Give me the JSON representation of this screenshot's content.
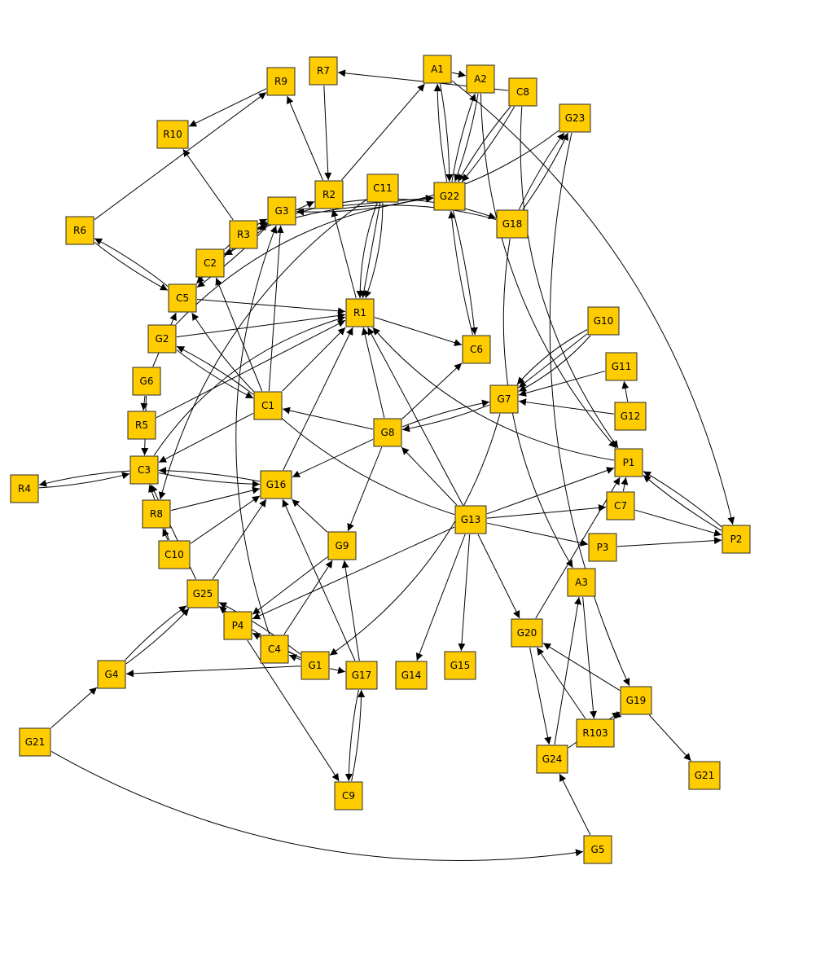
{
  "colors": {
    "node_fill": "#FFCC00",
    "node_stroke": "#2a2a2a",
    "edge": "#000000",
    "background": "#FFFFFF"
  },
  "nodes": [
    {
      "id": "R7",
      "label": "R7"
    },
    {
      "id": "A1",
      "label": "A1"
    },
    {
      "id": "A2",
      "label": "A2"
    },
    {
      "id": "C8",
      "label": "C8"
    },
    {
      "id": "R9",
      "label": "R9"
    },
    {
      "id": "G23",
      "label": "G23"
    },
    {
      "id": "R10",
      "label": "R10"
    },
    {
      "id": "C11",
      "label": "C11"
    },
    {
      "id": "R2",
      "label": "R2"
    },
    {
      "id": "G22",
      "label": "G22"
    },
    {
      "id": "G3",
      "label": "G3"
    },
    {
      "id": "R6",
      "label": "R6"
    },
    {
      "id": "R3",
      "label": "R3"
    },
    {
      "id": "G18",
      "label": "G18"
    },
    {
      "id": "C2",
      "label": "C2"
    },
    {
      "id": "C5",
      "label": "C5"
    },
    {
      "id": "R1",
      "label": "R1"
    },
    {
      "id": "G10",
      "label": "G10"
    },
    {
      "id": "G2",
      "label": "G2"
    },
    {
      "id": "C6",
      "label": "C6"
    },
    {
      "id": "G6",
      "label": "G6"
    },
    {
      "id": "G11",
      "label": "G11"
    },
    {
      "id": "G7",
      "label": "G7"
    },
    {
      "id": "C1",
      "label": "C1"
    },
    {
      "id": "G12",
      "label": "G12"
    },
    {
      "id": "R5",
      "label": "R5"
    },
    {
      "id": "G8",
      "label": "G8"
    },
    {
      "id": "P1",
      "label": "P1"
    },
    {
      "id": "C3",
      "label": "C3"
    },
    {
      "id": "R4",
      "label": "R4"
    },
    {
      "id": "G16",
      "label": "G16"
    },
    {
      "id": "R8",
      "label": "R8"
    },
    {
      "id": "C7",
      "label": "C7"
    },
    {
      "id": "G13",
      "label": "G13"
    },
    {
      "id": "P2",
      "label": "P2"
    },
    {
      "id": "G9",
      "label": "G9"
    },
    {
      "id": "P3",
      "label": "P3"
    },
    {
      "id": "C10",
      "label": "C10"
    },
    {
      "id": "A3",
      "label": "A3"
    },
    {
      "id": "G25",
      "label": "G25"
    },
    {
      "id": "P4",
      "label": "P4"
    },
    {
      "id": "G20",
      "label": "G20"
    },
    {
      "id": "C4",
      "label": "C4"
    },
    {
      "id": "G1",
      "label": "G1"
    },
    {
      "id": "G17",
      "label": "G17"
    },
    {
      "id": "G14",
      "label": "G14"
    },
    {
      "id": "G15",
      "label": "G15"
    },
    {
      "id": "G4",
      "label": "G4"
    },
    {
      "id": "G19",
      "label": "G19"
    },
    {
      "id": "R103",
      "label": "R103"
    },
    {
      "id": "G21a",
      "label": "G21"
    },
    {
      "id": "G24",
      "label": "G24"
    },
    {
      "id": "G21b",
      "label": "G21"
    },
    {
      "id": "C9",
      "label": "C9"
    },
    {
      "id": "G5",
      "label": "G5"
    }
  ],
  "edges": [
    {
      "from": "G8",
      "to": "R1"
    },
    {
      "from": "G8",
      "to": "C1"
    },
    {
      "from": "G8",
      "to": "C6"
    },
    {
      "from": "G8",
      "to": "G16"
    },
    {
      "from": "G8",
      "to": "G9"
    },
    {
      "from": "G13",
      "to": "G8"
    },
    {
      "from": "G7",
      "to": "G8"
    },
    {
      "from": "G8",
      "to": "G7"
    },
    {
      "from": "G10",
      "to": "G7"
    },
    {
      "from": "G10",
      "to": "G7"
    },
    {
      "from": "G10",
      "to": "G7"
    },
    {
      "from": "G11",
      "to": "G7"
    },
    {
      "from": "G12",
      "to": "G7"
    },
    {
      "from": "G12",
      "to": "G11"
    },
    {
      "from": "G13",
      "to": "P1"
    },
    {
      "from": "G13",
      "to": "C7"
    },
    {
      "from": "G13",
      "to": "P3"
    },
    {
      "from": "G13",
      "to": "G20"
    },
    {
      "from": "G13",
      "to": "G14"
    },
    {
      "from": "G13",
      "to": "G15"
    },
    {
      "from": "G13",
      "to": "P4"
    },
    {
      "from": "G13",
      "to": "R1"
    },
    {
      "from": "G13",
      "to": "C5"
    },
    {
      "from": "C7",
      "to": "P2"
    },
    {
      "from": "C7",
      "to": "P1"
    },
    {
      "from": "P3",
      "to": "P2"
    },
    {
      "from": "P2",
      "to": "P1"
    },
    {
      "from": "P2",
      "to": "P1"
    },
    {
      "from": "P1",
      "to": "R1"
    },
    {
      "from": "G18",
      "to": "G23"
    },
    {
      "from": "G18",
      "to": "G23"
    },
    {
      "from": "G18",
      "to": "R3"
    },
    {
      "from": "R3",
      "to": "G18"
    },
    {
      "from": "G18",
      "to": "A3"
    },
    {
      "from": "G23",
      "to": "G3"
    },
    {
      "from": "G23",
      "to": "G19"
    },
    {
      "from": "A1",
      "to": "G22"
    },
    {
      "from": "G22",
      "to": "A1"
    },
    {
      "from": "A2",
      "to": "G22"
    },
    {
      "from": "G22",
      "to": "A2"
    },
    {
      "from": "C8",
      "to": "G22"
    },
    {
      "from": "C8",
      "to": "G22"
    },
    {
      "from": "C8",
      "to": "R7"
    },
    {
      "from": "A1",
      "to": "A2"
    },
    {
      "from": "A1",
      "to": "P2"
    },
    {
      "from": "A2",
      "to": "P1"
    },
    {
      "from": "R7",
      "to": "R2"
    },
    {
      "from": "R2",
      "to": "R9"
    },
    {
      "from": "R2",
      "to": "A1"
    },
    {
      "from": "R1",
      "to": "R2"
    },
    {
      "from": "C11",
      "to": "R1"
    },
    {
      "from": "C11",
      "to": "R1"
    },
    {
      "from": "C11",
      "to": "R1"
    },
    {
      "from": "C11",
      "to": "R8"
    },
    {
      "from": "R9",
      "to": "R10"
    },
    {
      "from": "R6",
      "to": "R9"
    },
    {
      "from": "R3",
      "to": "R10"
    },
    {
      "from": "R3",
      "to": "C5"
    },
    {
      "from": "R3",
      "to": "R2"
    },
    {
      "from": "R6",
      "to": "C5"
    },
    {
      "from": "C5",
      "to": "R6"
    },
    {
      "from": "C5",
      "to": "R1"
    },
    {
      "from": "G2",
      "to": "R1"
    },
    {
      "from": "G2",
      "to": "C1"
    },
    {
      "from": "C1",
      "to": "G2"
    },
    {
      "from": "C1",
      "to": "C2"
    },
    {
      "from": "C1",
      "to": "C3"
    },
    {
      "from": "C1",
      "to": "G3"
    },
    {
      "from": "G6",
      "to": "R5"
    },
    {
      "from": "G6",
      "to": "C3"
    },
    {
      "from": "G6",
      "to": "C5"
    },
    {
      "from": "R5",
      "to": "R1"
    },
    {
      "from": "R4",
      "to": "C3"
    },
    {
      "from": "C3",
      "to": "R4"
    },
    {
      "from": "G16",
      "to": "C3"
    },
    {
      "from": "C3",
      "to": "G16"
    },
    {
      "from": "R8",
      "to": "G16"
    },
    {
      "from": "C10",
      "to": "G16"
    },
    {
      "from": "C10",
      "to": "R8"
    },
    {
      "from": "C10",
      "to": "C3"
    },
    {
      "from": "G25",
      "to": "G16"
    },
    {
      "from": "G25",
      "to": "C3"
    },
    {
      "from": "G4",
      "to": "G25"
    },
    {
      "from": "G4",
      "to": "G25"
    },
    {
      "from": "G21a",
      "to": "G4"
    },
    {
      "from": "G21a",
      "to": "G5"
    },
    {
      "from": "G5",
      "to": "G24"
    },
    {
      "from": "G1",
      "to": "G4"
    },
    {
      "from": "G1",
      "to": "G25"
    },
    {
      "from": "G1",
      "to": "G25"
    },
    {
      "from": "G1",
      "to": "C4"
    },
    {
      "from": "G1",
      "to": "P4"
    },
    {
      "from": "G1",
      "to": "G17"
    },
    {
      "from": "G17",
      "to": "G9"
    },
    {
      "from": "G17",
      "to": "C9"
    },
    {
      "from": "C9",
      "to": "G17"
    },
    {
      "from": "G17",
      "to": "G16"
    },
    {
      "from": "C4",
      "to": "G9"
    },
    {
      "from": "C4",
      "to": "G3"
    },
    {
      "from": "G9",
      "to": "P4"
    },
    {
      "from": "P4",
      "to": "C9"
    },
    {
      "from": "G9",
      "to": "G16"
    },
    {
      "from": "G7",
      "to": "G1"
    },
    {
      "from": "G20",
      "to": "G24"
    },
    {
      "from": "G24",
      "to": "A3"
    },
    {
      "from": "A3",
      "to": "R103"
    },
    {
      "from": "R103",
      "to": "G20"
    },
    {
      "from": "G19",
      "to": "G20"
    },
    {
      "from": "G19",
      "to": "R103"
    },
    {
      "from": "G24",
      "to": "G19"
    },
    {
      "from": "G19",
      "to": "G21b"
    },
    {
      "from": "G20",
      "to": "P1"
    },
    {
      "from": "G21",
      "to": "G5"
    },
    {
      "from": "C6",
      "to": "G22"
    },
    {
      "from": "G22",
      "to": "C6"
    },
    {
      "from": "C2",
      "to": "G3"
    },
    {
      "from": "C5",
      "to": "G3"
    },
    {
      "from": "G3",
      "to": "C2"
    },
    {
      "from": "G3",
      "to": "C5"
    },
    {
      "from": "R1",
      "to": "C6"
    },
    {
      "from": "G16",
      "to": "R1"
    },
    {
      "from": "C1",
      "to": "R1"
    },
    {
      "from": "C3",
      "to": "R1"
    },
    {
      "from": "G3",
      "to": "G22"
    },
    {
      "from": "G2",
      "to": "G22"
    },
    {
      "from": "C8",
      "to": "P1"
    }
  ]
}
